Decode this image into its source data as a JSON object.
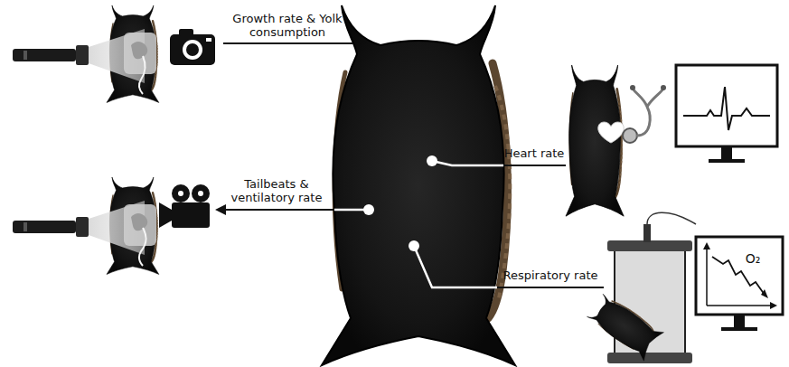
{
  "diagram": {
    "labels": [
      "Growth rate & Yolk consumption",
      "Tailbeats & ventilatory rate",
      "Heart rate",
      "Respiratory rate",
      "O₂"
    ]
  }
}
